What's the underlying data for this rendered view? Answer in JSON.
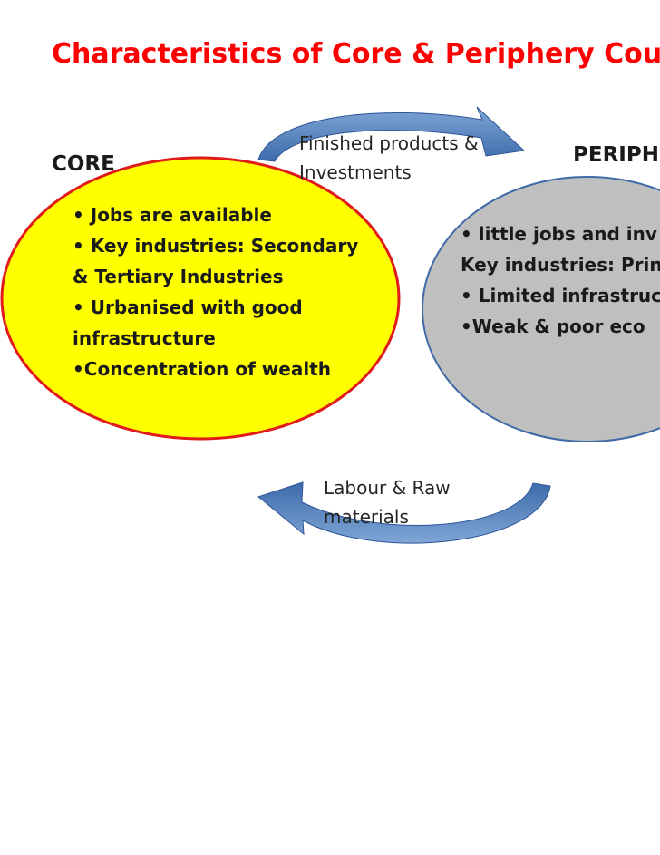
{
  "slide": {
    "title": "Characteristics of Core & Periphery Cour"
  },
  "core": {
    "heading": "CORE",
    "items": [
      "• Jobs are available",
      "• Key industries: Secondary & Tertiary Industries",
      "• Urbanised with good infrastructure",
      "•Concentration of wealth"
    ],
    "fill_color": "#ffff00",
    "outline_color": "#e11a1a"
  },
  "periphery": {
    "heading": "PERIPH",
    "items": [
      "• little jobs and inv",
      "Key industries: Prin",
      "• Limited infrastruc",
      "•Weak & poor eco"
    ],
    "fill_color": "#bfbfbf",
    "outline_color": "#3f6aa8"
  },
  "flows": {
    "to_periphery": "Finished products & Investments",
    "to_core": "Labour & Raw materials",
    "arrow_color": "#4f81bd"
  }
}
